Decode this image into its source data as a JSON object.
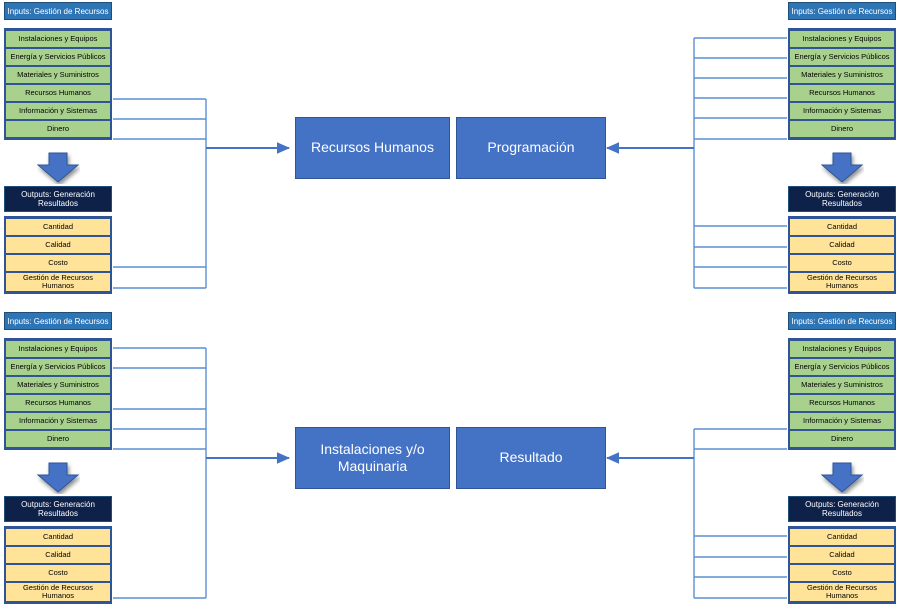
{
  "diagram": {
    "title_inputs": "Inputs: Gestión de Recursos",
    "title_outputs": "Outputs: Generación Resultados",
    "inputs": [
      "Instalaciones y Equipos",
      "Energía y Servicios Públicos",
      "Materiales y Suministros",
      "Recursos Humanos",
      "Información y Sistemas",
      "Dinero"
    ],
    "outputs": [
      "Cantidad",
      "Calidad",
      "Costo",
      "Gestión de Recursos Humanos"
    ],
    "processes": {
      "top_left": "Recursos Humanos",
      "top_right": "Programación",
      "bottom_left": "Instalaciones y/o Maquinaria",
      "bottom_right": "Resultado"
    },
    "colors": {
      "input_fill": "#A9D18E",
      "output_fill": "#FFE399",
      "inputs_header_fill": "#2E75B6",
      "outputs_header_fill": "#0D2149",
      "process_fill": "#4472C4",
      "border": "#2F5597",
      "connector": "#5B8FD4",
      "arrow": "#4472C4"
    },
    "icons": {
      "down_arrow": "down-block-arrow-icon",
      "flow_arrow": "flow-arrow-icon"
    },
    "quadrants": [
      {
        "name": "top-left",
        "position": "top-left"
      },
      {
        "name": "top-right",
        "position": "top-right"
      },
      {
        "name": "bottom-left",
        "position": "bottom-left"
      },
      {
        "name": "bottom-right",
        "position": "bottom-right"
      }
    ]
  }
}
